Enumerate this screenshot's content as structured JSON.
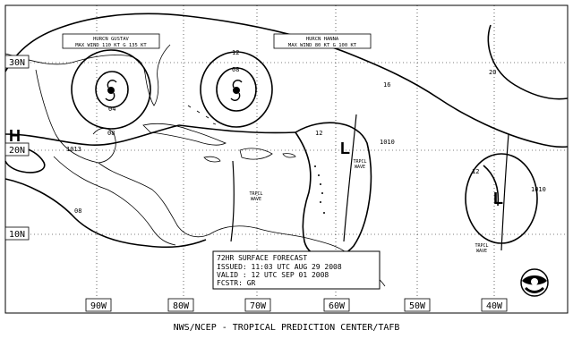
{
  "storms": {
    "gustav": {
      "name": "HURCN GUSTAV",
      "wind": "MAX WIND 110 KT G 135 KT"
    },
    "hanna": {
      "name": "HURCN HANNA",
      "wind": "MAX WIND 80 KT G 100 KT"
    }
  },
  "lat_labels": [
    "30N",
    "20N",
    "10N"
  ],
  "lon_labels": [
    "90W",
    "80W",
    "70W",
    "60W",
    "50W",
    "40W"
  ],
  "isobars": {
    "gustav_inner": "04",
    "gustav_outer": "08",
    "hanna_inner": "08",
    "hanna_outer": "12",
    "north": "16",
    "ne": "20",
    "central_low": "12",
    "central_low_outer": "1010",
    "west": "1013",
    "sw": "08",
    "east_low_inner": "12",
    "east_low_outer": "1010"
  },
  "pressure_centers": {
    "high": "H",
    "low": "L"
  },
  "waves": {
    "tropical_wave": "TRPCL WAVE"
  },
  "forecast_box": {
    "title": "72HR SURFACE FORECAST",
    "issued": "ISSUED: 11:03 UTC AUG 29 2008",
    "valid": "VALID : 12 UTC SEP 01 2008",
    "forecaster": "FCSTR: GR"
  },
  "footer": "NWS/NCEP - TROPICAL PREDICTION CENTER/TAFB",
  "colors": {
    "ink": "#000000",
    "paper": "#ffffff"
  },
  "icons": [
    "hurricane-symbol-icon",
    "noaa-logo-icon"
  ]
}
